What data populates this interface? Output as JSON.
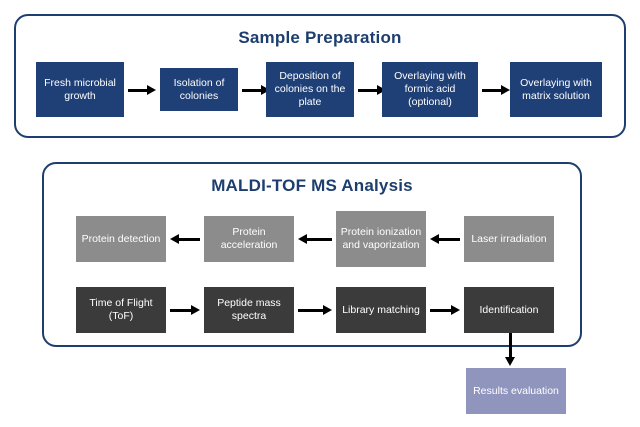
{
  "diagram": {
    "type": "flowchart",
    "background": "#ffffff",
    "colors": {
      "panel_border": "#1d3e6e",
      "title": "#1d3e6e",
      "blue_box": "#1f3f77",
      "gray_box": "#8c8c8c",
      "dark_box": "#3b3b3b",
      "purple_box": "#9095bd",
      "arrow": "#000000"
    }
  },
  "sample_preparation": {
    "title": "Sample Preparation",
    "steps": [
      {
        "label": "Fresh microbial growth"
      },
      {
        "label": "Isolation of colonies"
      },
      {
        "label": "Deposition of colonies on the plate"
      },
      {
        "label": "Overlaying with formic acid (optional)"
      },
      {
        "label": "Overlaying with matrix solution"
      }
    ]
  },
  "maldi_analysis": {
    "title": "MALDI-TOF MS Analysis",
    "row1": [
      {
        "label": "Protein detection"
      },
      {
        "label": "Protein acceleration"
      },
      {
        "label": "Protein ionization and vaporization"
      },
      {
        "label": "Laser irradiation"
      }
    ],
    "row2": [
      {
        "label": "Time of Flight (ToF)"
      },
      {
        "label": "Peptide mass spectra"
      },
      {
        "label": "Library matching"
      },
      {
        "label": "Identification"
      }
    ]
  },
  "result": {
    "label": "Results evaluation"
  }
}
